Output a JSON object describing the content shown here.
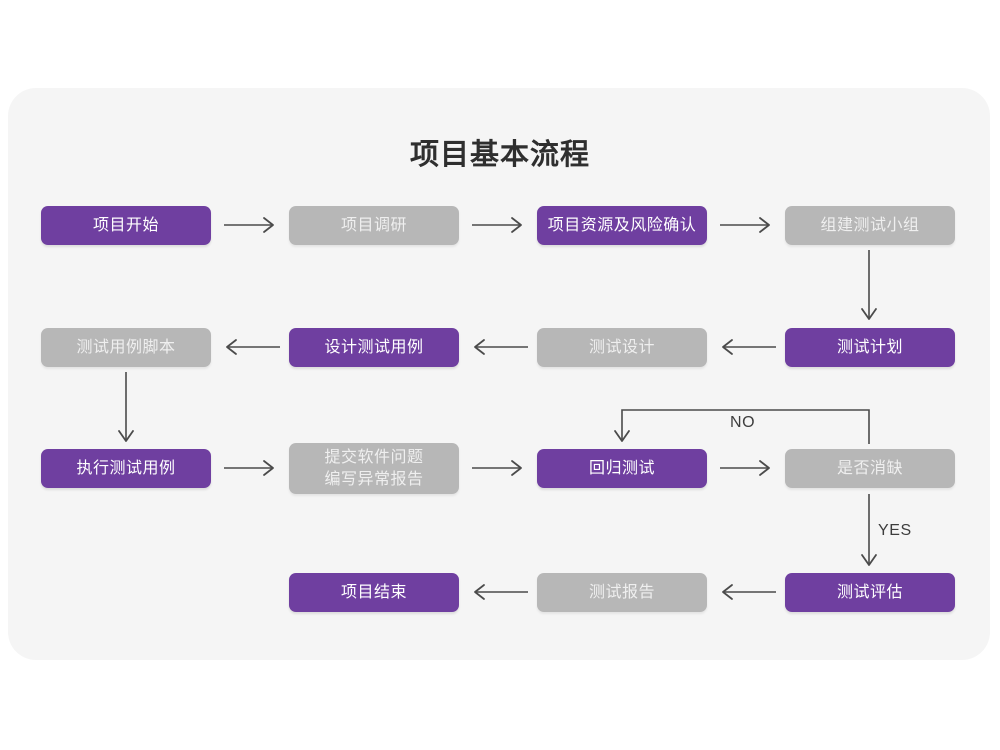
{
  "diagram": {
    "title": "项目基本流程",
    "colors": {
      "accent_purple": "#6f3fa0",
      "muted_gray": "#b7b7b7",
      "card_bg": "#f5f5f5",
      "page_bg": "#ffffff",
      "connector": "#4b4b4b"
    },
    "nodes": [
      {
        "id": "n1",
        "label": "项目开始",
        "style": "purple"
      },
      {
        "id": "n2",
        "label": "项目调研",
        "style": "gray"
      },
      {
        "id": "n3",
        "label": "项目资源及风险确认",
        "style": "purple"
      },
      {
        "id": "n4",
        "label": "组建测试小组",
        "style": "gray"
      },
      {
        "id": "n5",
        "label": "测试计划",
        "style": "purple"
      },
      {
        "id": "n6",
        "label": "测试设计",
        "style": "gray"
      },
      {
        "id": "n7",
        "label": "设计测试用例",
        "style": "purple"
      },
      {
        "id": "n8",
        "label": "测试用例脚本",
        "style": "gray"
      },
      {
        "id": "n9",
        "label": "执行测试用例",
        "style": "purple"
      },
      {
        "id": "n10",
        "label": "提交软件问题\n编写异常报告",
        "style": "gray"
      },
      {
        "id": "n11",
        "label": "回归测试",
        "style": "purple"
      },
      {
        "id": "n12",
        "label": "是否消缺",
        "style": "gray"
      },
      {
        "id": "n13",
        "label": "测试评估",
        "style": "purple"
      },
      {
        "id": "n14",
        "label": "测试报告",
        "style": "gray"
      },
      {
        "id": "n15",
        "label": "项目结束",
        "style": "purple"
      }
    ],
    "edge_labels": {
      "no": "NO",
      "yes": "YES"
    }
  }
}
